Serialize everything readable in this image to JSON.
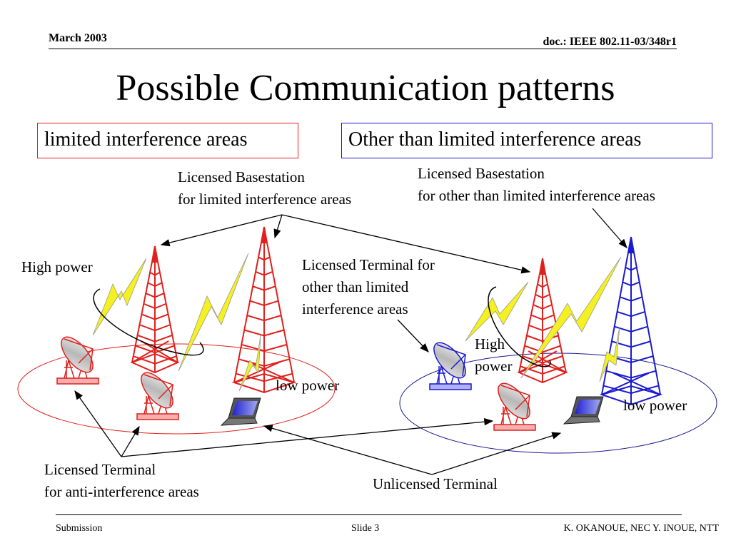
{
  "header": {
    "date": "March 2003",
    "doc": "doc.: IEEE 802.11-03/348r1"
  },
  "title": "Possible Communication patterns",
  "boxes": {
    "limited": "limited interference areas",
    "other": "Other than limited interference areas"
  },
  "labels": {
    "bs_limited_1": "Licensed Basestation",
    "bs_limited_2": "for limited interference areas",
    "bs_other_1": "Licensed Basestation",
    "bs_other_2": "for other than limited interference areas",
    "high_power_left": "High power",
    "lt_other_1": "Licensed Terminal for",
    "lt_other_2": "other than limited",
    "lt_other_3": "interference areas",
    "high_right_1": "High",
    "high_right_2": "power",
    "low_power_left": "low power",
    "low_power_right": "low power",
    "lt_anti_1": "Licensed Terminal",
    "lt_anti_2": "for anti-interference areas",
    "unlicensed": "Unlicensed Terminal"
  },
  "footer": {
    "left": "Submission",
    "center": "Slide 3",
    "right": "K. OKANOUE, NEC  Y. INOUE, NTT"
  },
  "colors": {
    "limited": "#e0201c",
    "other": "#1a1ad0",
    "bolt": "#f5f020"
  }
}
